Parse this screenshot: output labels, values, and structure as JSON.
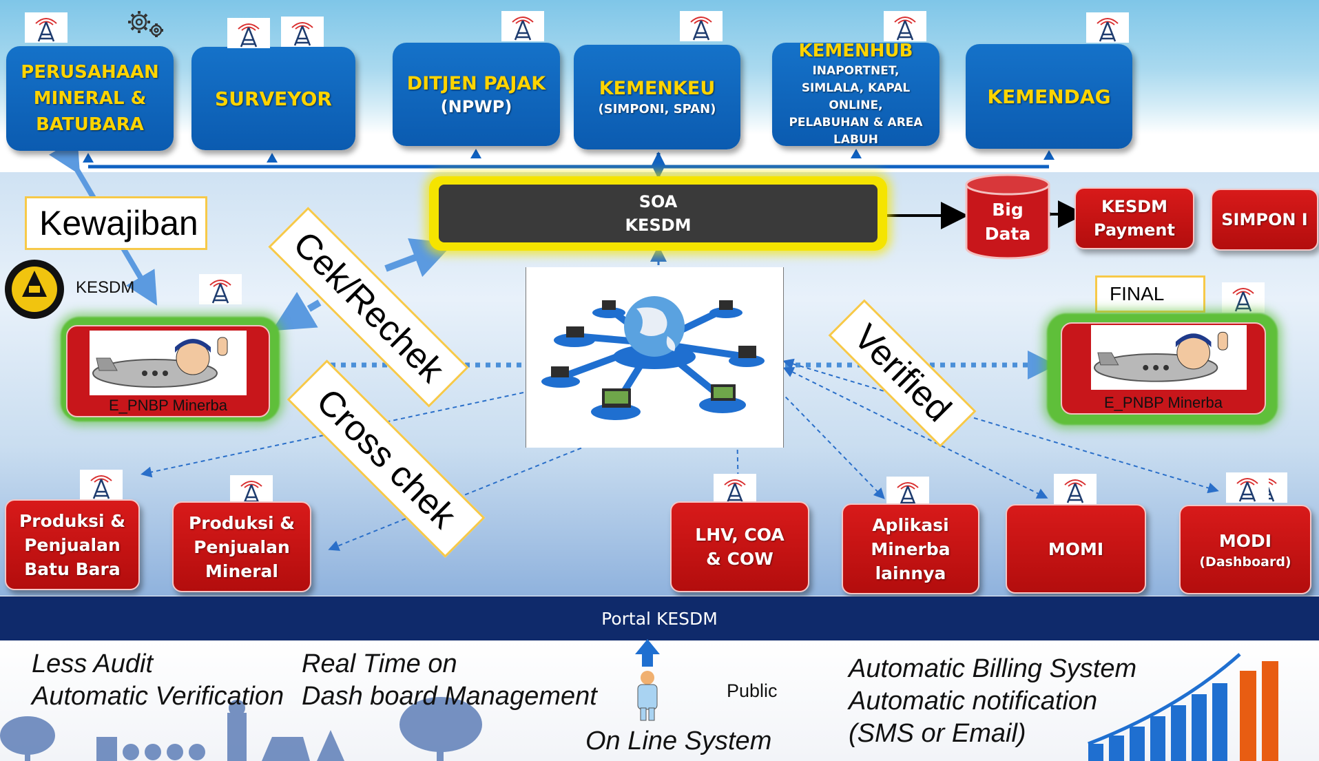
{
  "top_boxes": [
    {
      "title": "PERUSAHAAN MINERAL & BATUBARA",
      "subtitle": ""
    },
    {
      "title": "SURVEYOR",
      "subtitle": ""
    },
    {
      "title": "DITJEN PAJAK",
      "subtitle": "(NPWP)"
    },
    {
      "title": "KEMENKEU",
      "subtitle": "(SIMPONI, SPAN)"
    },
    {
      "title": "KEMENHUB",
      "subtitle": "INAPORTNET, SIMLALA, KAPAL ONLINE, PELABUHAN & AREA LABUH"
    },
    {
      "title": "KEMENDAG",
      "subtitle": ""
    }
  ],
  "soa": {
    "line1": "SOA",
    "line2": "KESDM"
  },
  "big_data": {
    "label": "Big Data"
  },
  "kesdm_payment": {
    "label": "KESDM Payment"
  },
  "simponi": {
    "label": "SIMPON I"
  },
  "final_label": "FINAL",
  "kewajiban_label": "Kewajiban",
  "kesdm_logo_text": "KESDM",
  "rotated_labels": {
    "cek_rechek": "Cek/Rechek",
    "cross_chek": "Cross chek",
    "verified": "Verified"
  },
  "epnbp_left": {
    "label": "E_PNBP Minerba"
  },
  "epnbp_right": {
    "label": "E_PNBP Minerba"
  },
  "bottom_boxes": [
    {
      "title": "Produksi & Penjualan Batu Bara",
      "subtitle": ""
    },
    {
      "title": "Produksi & Penjualan Mineral",
      "subtitle": ""
    },
    {
      "title": "LHV, COA & COW",
      "subtitle": ""
    },
    {
      "title": "Aplikasi Minerba lainnya",
      "subtitle": ""
    },
    {
      "title": "MOMI",
      "subtitle": ""
    },
    {
      "title": "MODI",
      "subtitle": "(Dashboard)"
    }
  ],
  "portal_label": "Portal KESDM",
  "public_label": "Public",
  "footer_texts": {
    "less_audit": "Less Audit",
    "auto_verification": "Automatic Verification",
    "real_time": "Real Time on",
    "dashboard_mgmt": "Dash board Management",
    "online_system": "On Line System",
    "auto_billing": "Automatic Billing System",
    "auto_notification": "Automatic notification",
    "sms_email": "(SMS or Email)"
  },
  "colors": {
    "blue_box": "#0b63bf",
    "blue_text": "#ffd400",
    "red_box": "#c8161b",
    "portal_bar": "#0f2a6b",
    "soa_box": "#3a3a3a",
    "highlight_yellow": "#f5e400",
    "green_glow": "#5fbf3a"
  },
  "icons": [
    "signal-tower-icon",
    "gear-icon",
    "globe-network-icon",
    "person-icon",
    "pilot-airplane-icon",
    "kesdm-logo-icon",
    "bar-chart-icon"
  ]
}
